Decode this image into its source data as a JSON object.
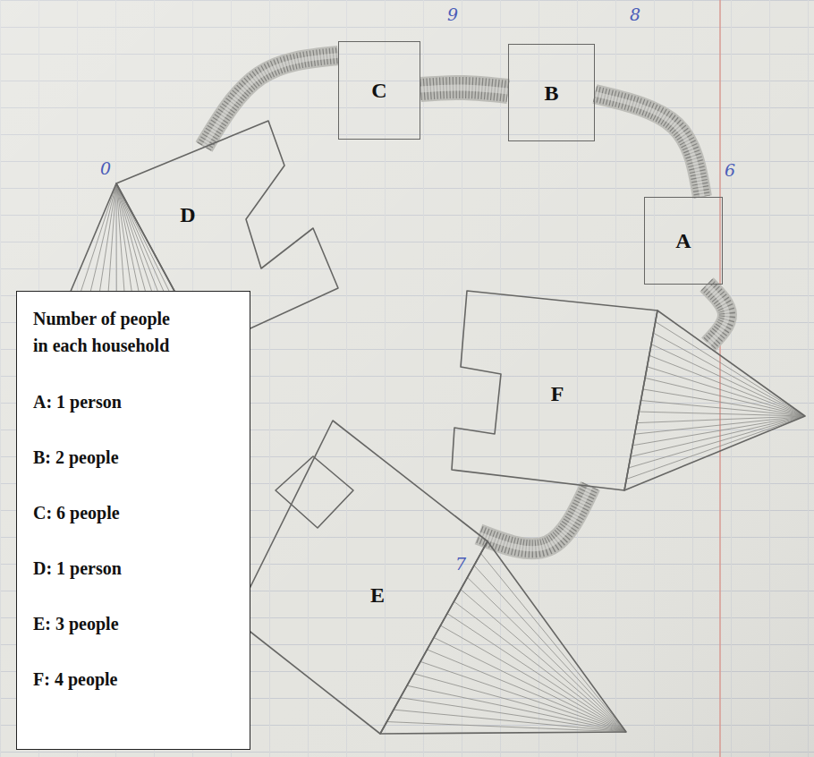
{
  "diagram": {
    "nodes": [
      {
        "text": [
          "C"
        ]
      },
      {
        "text": [
          "B"
        ]
      },
      {
        "text": [
          "D"
        ]
      },
      {
        "text": [
          "A"
        ]
      },
      {
        "text": [
          "F"
        ]
      },
      {
        "text": [
          "E"
        ]
      },
      {
        "text": [
          "Number of people in each household",
          "A: 1 person",
          "B: 2 people",
          "C: 6 people",
          "D: 1 person",
          "E: 3 people",
          "F: 4 people"
        ]
      }
    ],
    "edges": [
      {
        "from": 2,
        "to": 0,
        "arrow": "none"
      },
      {
        "from": 0,
        "to": 1,
        "arrow": "none"
      },
      {
        "from": 1,
        "to": 3,
        "arrow": "none"
      },
      {
        "from": 3,
        "to": 4,
        "arrow": "none"
      },
      {
        "from": 4,
        "to": 5,
        "arrow": "none"
      }
    ],
    "labels": [
      "9",
      "8",
      "6",
      "0",
      "7"
    ]
  }
}
